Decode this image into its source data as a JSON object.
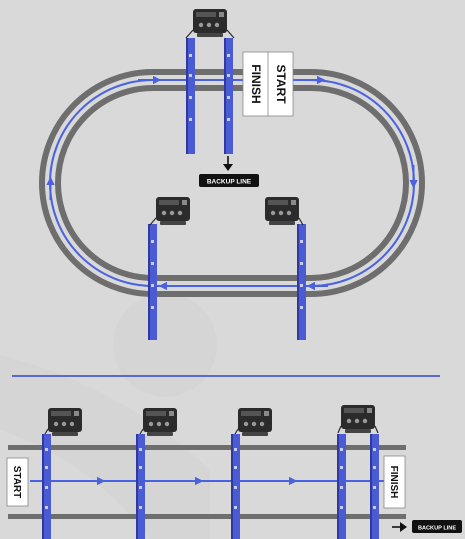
{
  "colors": {
    "background": "#d9d9d9",
    "track": "#6e6e6e",
    "flow": "#4a62e0",
    "loop_bar": "#4b5bd4",
    "loop_bar_dark": "#2e3aa2",
    "divider": "#2f46c8",
    "badge_bg": "#111111",
    "badge_text": "#ffffff",
    "sign_bg": "#ffffff",
    "sign_text": "#111111",
    "device": "#2b2b2b"
  },
  "icons": {
    "timing_device": "timing-device-icon",
    "flow_arrow": "flow-arrow-icon",
    "down_arrow": "arrow-down-icon",
    "right_arrow": "arrow-right-icon"
  },
  "oval_track": {
    "start_label": "START",
    "finish_label": "FINISH",
    "backup_label": "BACKUP LINE"
  },
  "straight_track": {
    "start_label": "START",
    "finish_label": "FINISH",
    "backup_label": "BACKUP LINE"
  }
}
